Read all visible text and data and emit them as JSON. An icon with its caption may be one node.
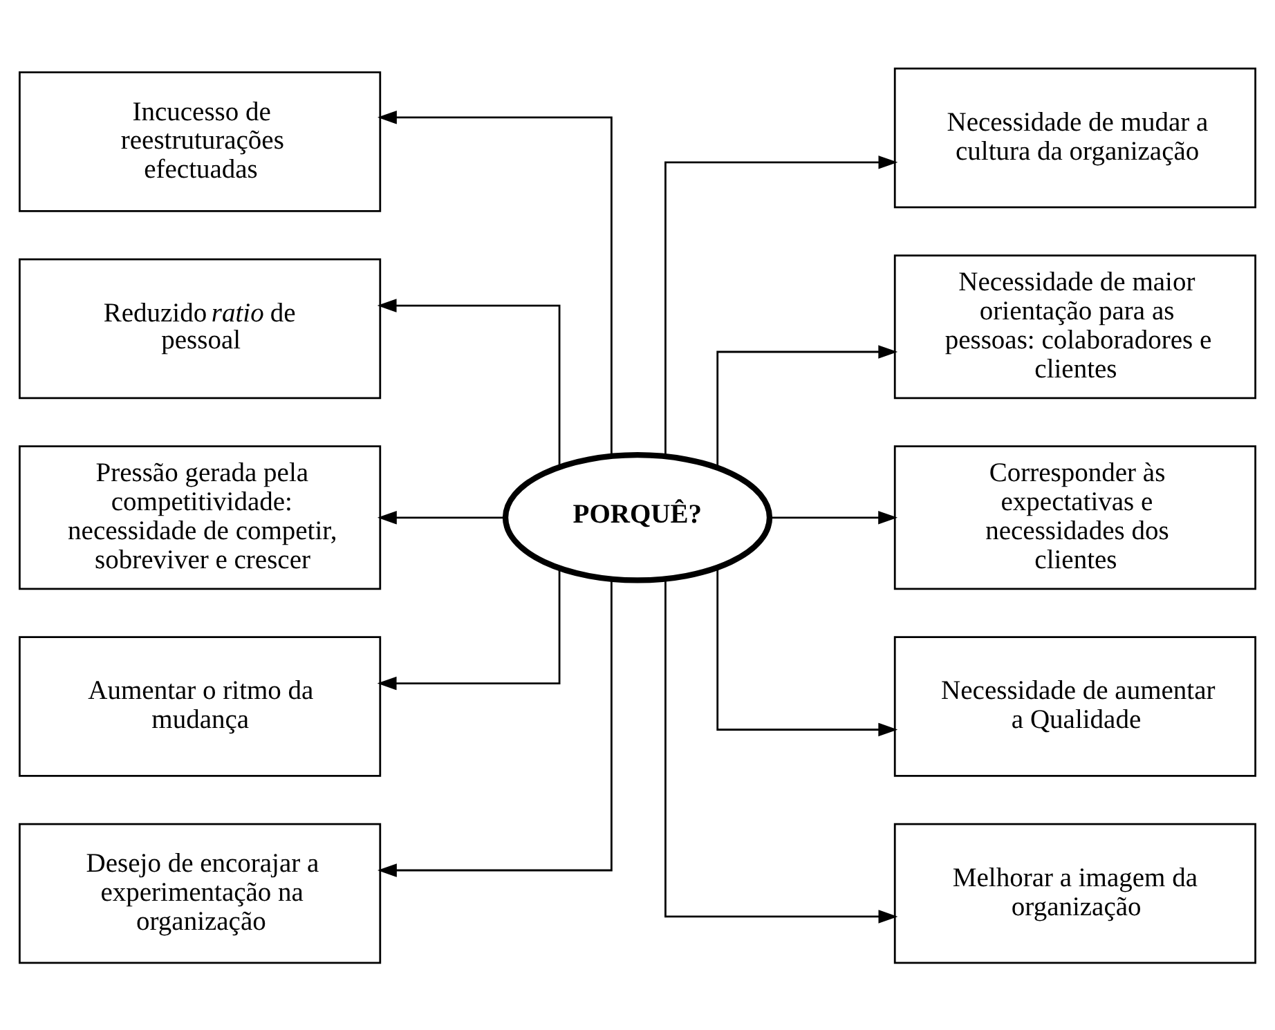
{
  "diagram": {
    "nodes": [
      {
        "text": [
          "PORQUÊ?"
        ]
      },
      {
        "text": [
          "Incucesso de reestruturações efectuadas"
        ]
      },
      {
        "text": [
          "Reduzido *ratio* de pessoal"
        ]
      },
      {
        "text": [
          "Pressão gerada pela competitividade: necessidade de competir, sobreviver e crescer"
        ]
      },
      {
        "text": [
          "Aumentar o ritmo da mudança"
        ]
      },
      {
        "text": [
          "Desejo de encorajar a experimentação na organização"
        ]
      },
      {
        "text": [
          "Necessidade de mudar a cultura da organização"
        ]
      },
      {
        "text": [
          "Necessidade de maior orientação para as pessoas: colaboradores e clientes"
        ]
      },
      {
        "text": [
          "Corresponder às expectativas e necessidades dos clientes"
        ]
      },
      {
        "text": [
          "Necessidade de aumentar a Qualidade"
        ]
      },
      {
        "text": [
          "Melhorar a imagem da organização"
        ]
      }
    ],
    "edges": [
      {
        "from": 0,
        "to": 1,
        "arrow": "to"
      },
      {
        "from": 0,
        "to": 2,
        "arrow": "to"
      },
      {
        "from": 0,
        "to": 3,
        "arrow": "to"
      },
      {
        "from": 0,
        "to": 4,
        "arrow": "to"
      },
      {
        "from": 0,
        "to": 5,
        "arrow": "to"
      },
      {
        "from": 0,
        "to": 6,
        "arrow": "to"
      },
      {
        "from": 0,
        "to": 7,
        "arrow": "to"
      },
      {
        "from": 0,
        "to": 8,
        "arrow": "to"
      },
      {
        "from": 0,
        "to": 9,
        "arrow": "to"
      },
      {
        "from": 0,
        "to": 10,
        "arrow": "to"
      }
    ]
  }
}
